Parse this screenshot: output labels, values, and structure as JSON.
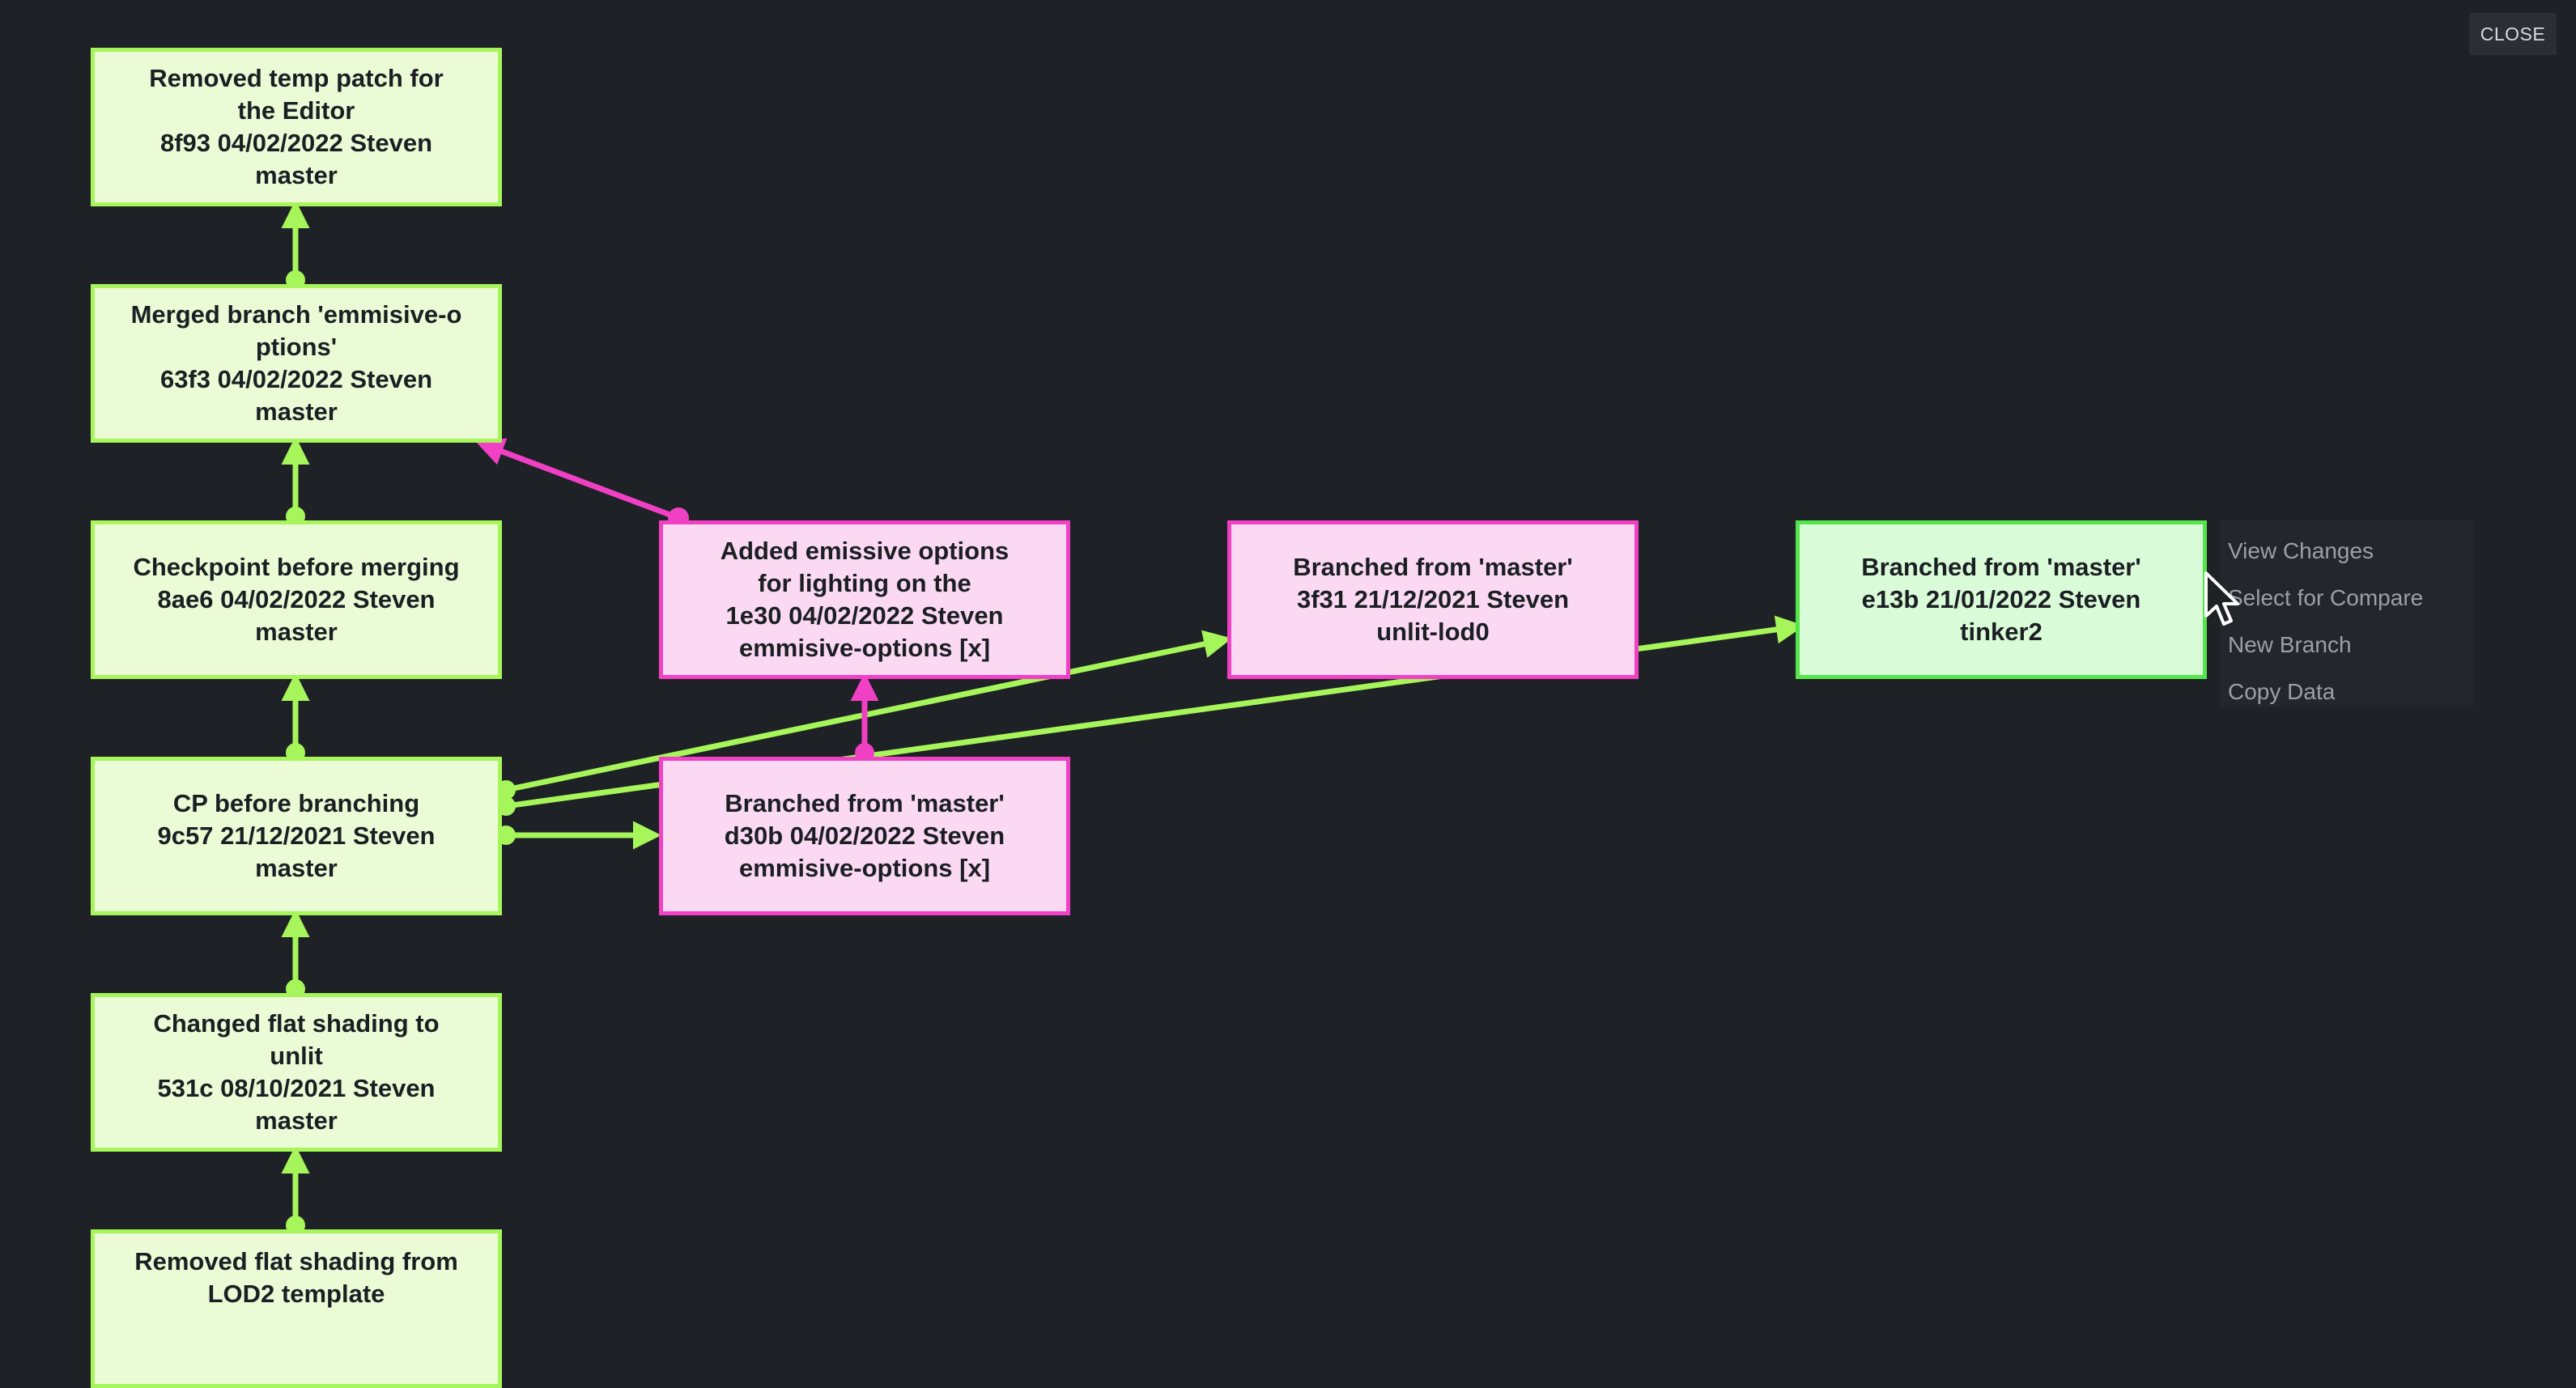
{
  "close_button": {
    "label": "CLOSE"
  },
  "colors": {
    "background": "#1e2125",
    "master_edge": "#a6f55a",
    "branch_edge": "#f040c4",
    "master_fill": "#ebfbd6",
    "branch_fill": "#fbd9f3",
    "tinker_fill": "#dafbd8"
  },
  "nodes": {
    "removed_temp_patch": {
      "title1": "Removed temp patch for",
      "title2": "the Editor",
      "meta": "8f93 04/02/2022 Steven",
      "branch": "master"
    },
    "merged_branch": {
      "title1": "Merged branch 'emmisive-o",
      "title2": "ptions'",
      "meta": "63f3 04/02/2022 Steven",
      "branch": "master"
    },
    "checkpoint_before_merging": {
      "title1": "Checkpoint before merging",
      "meta": "8ae6 04/02/2022 Steven",
      "branch": "master"
    },
    "cp_before_branching": {
      "title1": "CP before branching",
      "meta": "9c57 21/12/2021 Steven",
      "branch": "master"
    },
    "changed_flat_shading": {
      "title1": "Changed flat shading to",
      "title2": "unlit",
      "meta": "531c 08/10/2021 Steven",
      "branch": "master"
    },
    "removed_flat_shading": {
      "title1": "Removed flat shading from",
      "title2": "LOD2 template"
    },
    "added_emissive": {
      "title1": "Added emissive options",
      "title2": "for lighting on the",
      "meta": "1e30 04/02/2022 Steven",
      "branch": "emmisive-options [x]"
    },
    "branched_d30b": {
      "title1": "Branched from 'master'",
      "meta": "d30b 04/02/2022 Steven",
      "branch": "emmisive-options [x]"
    },
    "branched_3f31": {
      "title1": "Branched from 'master'",
      "meta": "3f31 21/12/2021 Steven",
      "branch": "unlit-lod0"
    },
    "branched_e13b": {
      "title1": "Branched from 'master'",
      "meta": "e13b 21/01/2022 Steven",
      "branch": "tinker2"
    }
  },
  "context_menu": {
    "items": [
      {
        "label": "View Changes"
      },
      {
        "label": "Select for Compare"
      },
      {
        "label": "New Branch"
      },
      {
        "label": "Copy Data"
      }
    ]
  },
  "icons": {
    "cursor": "mouse-pointer-icon",
    "edge_start": "dot-icon",
    "edge_end": "arrowhead-icon"
  }
}
